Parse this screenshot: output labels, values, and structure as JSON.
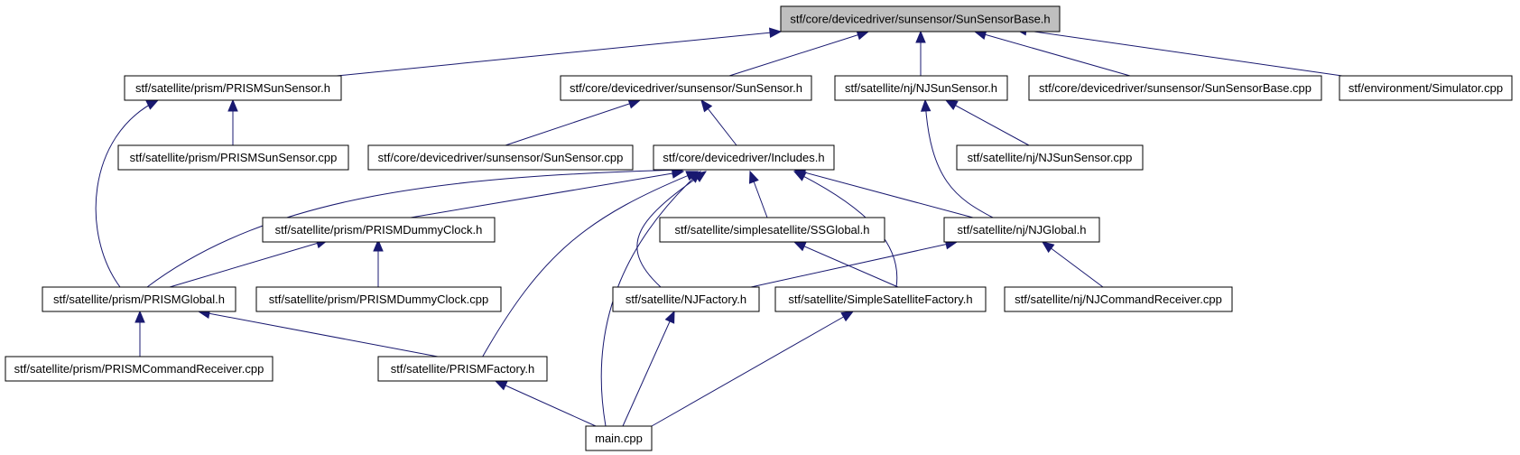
{
  "colors": {
    "node_fill": "#ffffff",
    "root_fill": "#bfbfbf",
    "border": "#000000",
    "edge": "#191970"
  },
  "nodes": {
    "sunsensorbase_h": "stf/core/devicedriver/sunsensor/SunSensorBase.h",
    "prismsunsensor_h": "stf/satellite/prism/PRISMSunSensor.h",
    "sunsensor_h": "stf/core/devicedriver/sunsensor/SunSensor.h",
    "njsunsensor_h": "stf/satellite/nj/NJSunSensor.h",
    "sunsensorbase_cpp": "stf/core/devicedriver/sunsensor/SunSensorBase.cpp",
    "simulator_cpp": "stf/environment/Simulator.cpp",
    "prismsunsensor_cpp": "stf/satellite/prism/PRISMSunSensor.cpp",
    "sunsensor_cpp": "stf/core/devicedriver/sunsensor/SunSensor.cpp",
    "includes_h": "stf/core/devicedriver/Includes.h",
    "njsunsensor_cpp": "stf/satellite/nj/NJSunSensor.cpp",
    "prismdummyclock_h": "stf/satellite/prism/PRISMDummyClock.h",
    "ssglobal_h": "stf/satellite/simplesatellite/SSGlobal.h",
    "njglobal_h": "stf/satellite/nj/NJGlobal.h",
    "prismglobal_h": "stf/satellite/prism/PRISMGlobal.h",
    "prismdummyclock_cpp": "stf/satellite/prism/PRISMDummyClock.cpp",
    "njfactory_h": "stf/satellite/NJFactory.h",
    "simplesatellitefactory_h": "stf/satellite/SimpleSatelliteFactory.h",
    "njcommandreceiver_cpp": "stf/satellite/nj/NJCommandReceiver.cpp",
    "prismcommandreceiver_cpp": "stf/satellite/prism/PRISMCommandReceiver.cpp",
    "prismfactory_h": "stf/satellite/PRISMFactory.h",
    "main_cpp": "main.cpp"
  }
}
